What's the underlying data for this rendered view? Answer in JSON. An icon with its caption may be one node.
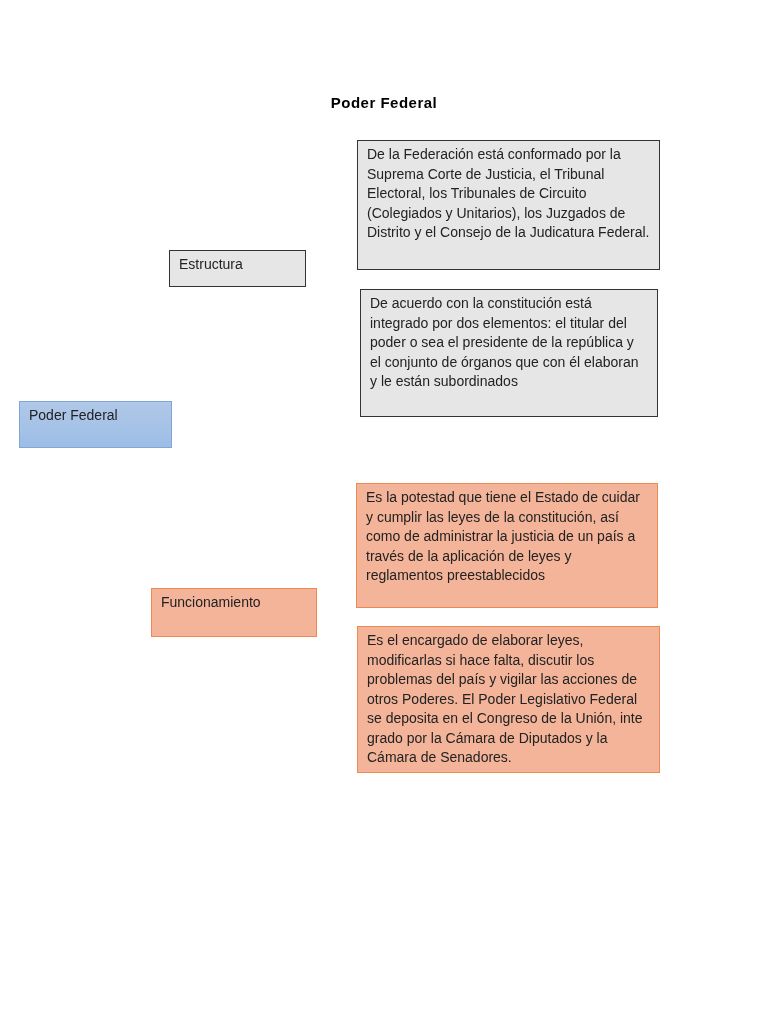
{
  "diagram": {
    "title": "Poder Federal",
    "nodes": [
      {
        "text": [
          "De la Federación está conformado por la Suprema Corte de Justicia, el Tribunal Electoral, los Tribunales de Circuito (Colegiados y Unitarios), los Juzgados de Distrito y el Consejo de la Judicatura Federal."
        ]
      },
      {
        "text": [
          "Estructura"
        ]
      },
      {
        "text": [
          "De acuerdo con la constitución está integrado por dos elementos: el titular del poder o sea el presidente de la república y el conjunto de órganos que con él elaboran y le están subordinados"
        ]
      },
      {
        "text": [
          "Poder Federal"
        ]
      },
      {
        "text": [
          "Es la potestad que tiene el Estado de cuidar y cumplir las leyes de la constitución, así como de administrar la justicia de un país a través de la aplicación de leyes y reglamentos preestablecidos"
        ]
      },
      {
        "text": [
          "Funcionamiento"
        ]
      },
      {
        "text": [
          "Es el encargado de elaborar leyes, modificarlas si hace falta, discutir los problemas del país y vigilar las acciones de otros Poderes. El Poder Legislativo Federal se deposita en el Congreso de la Unión, inte grado por la Cámara de Diputados y la Cámara de Senadores."
        ]
      }
    ]
  }
}
